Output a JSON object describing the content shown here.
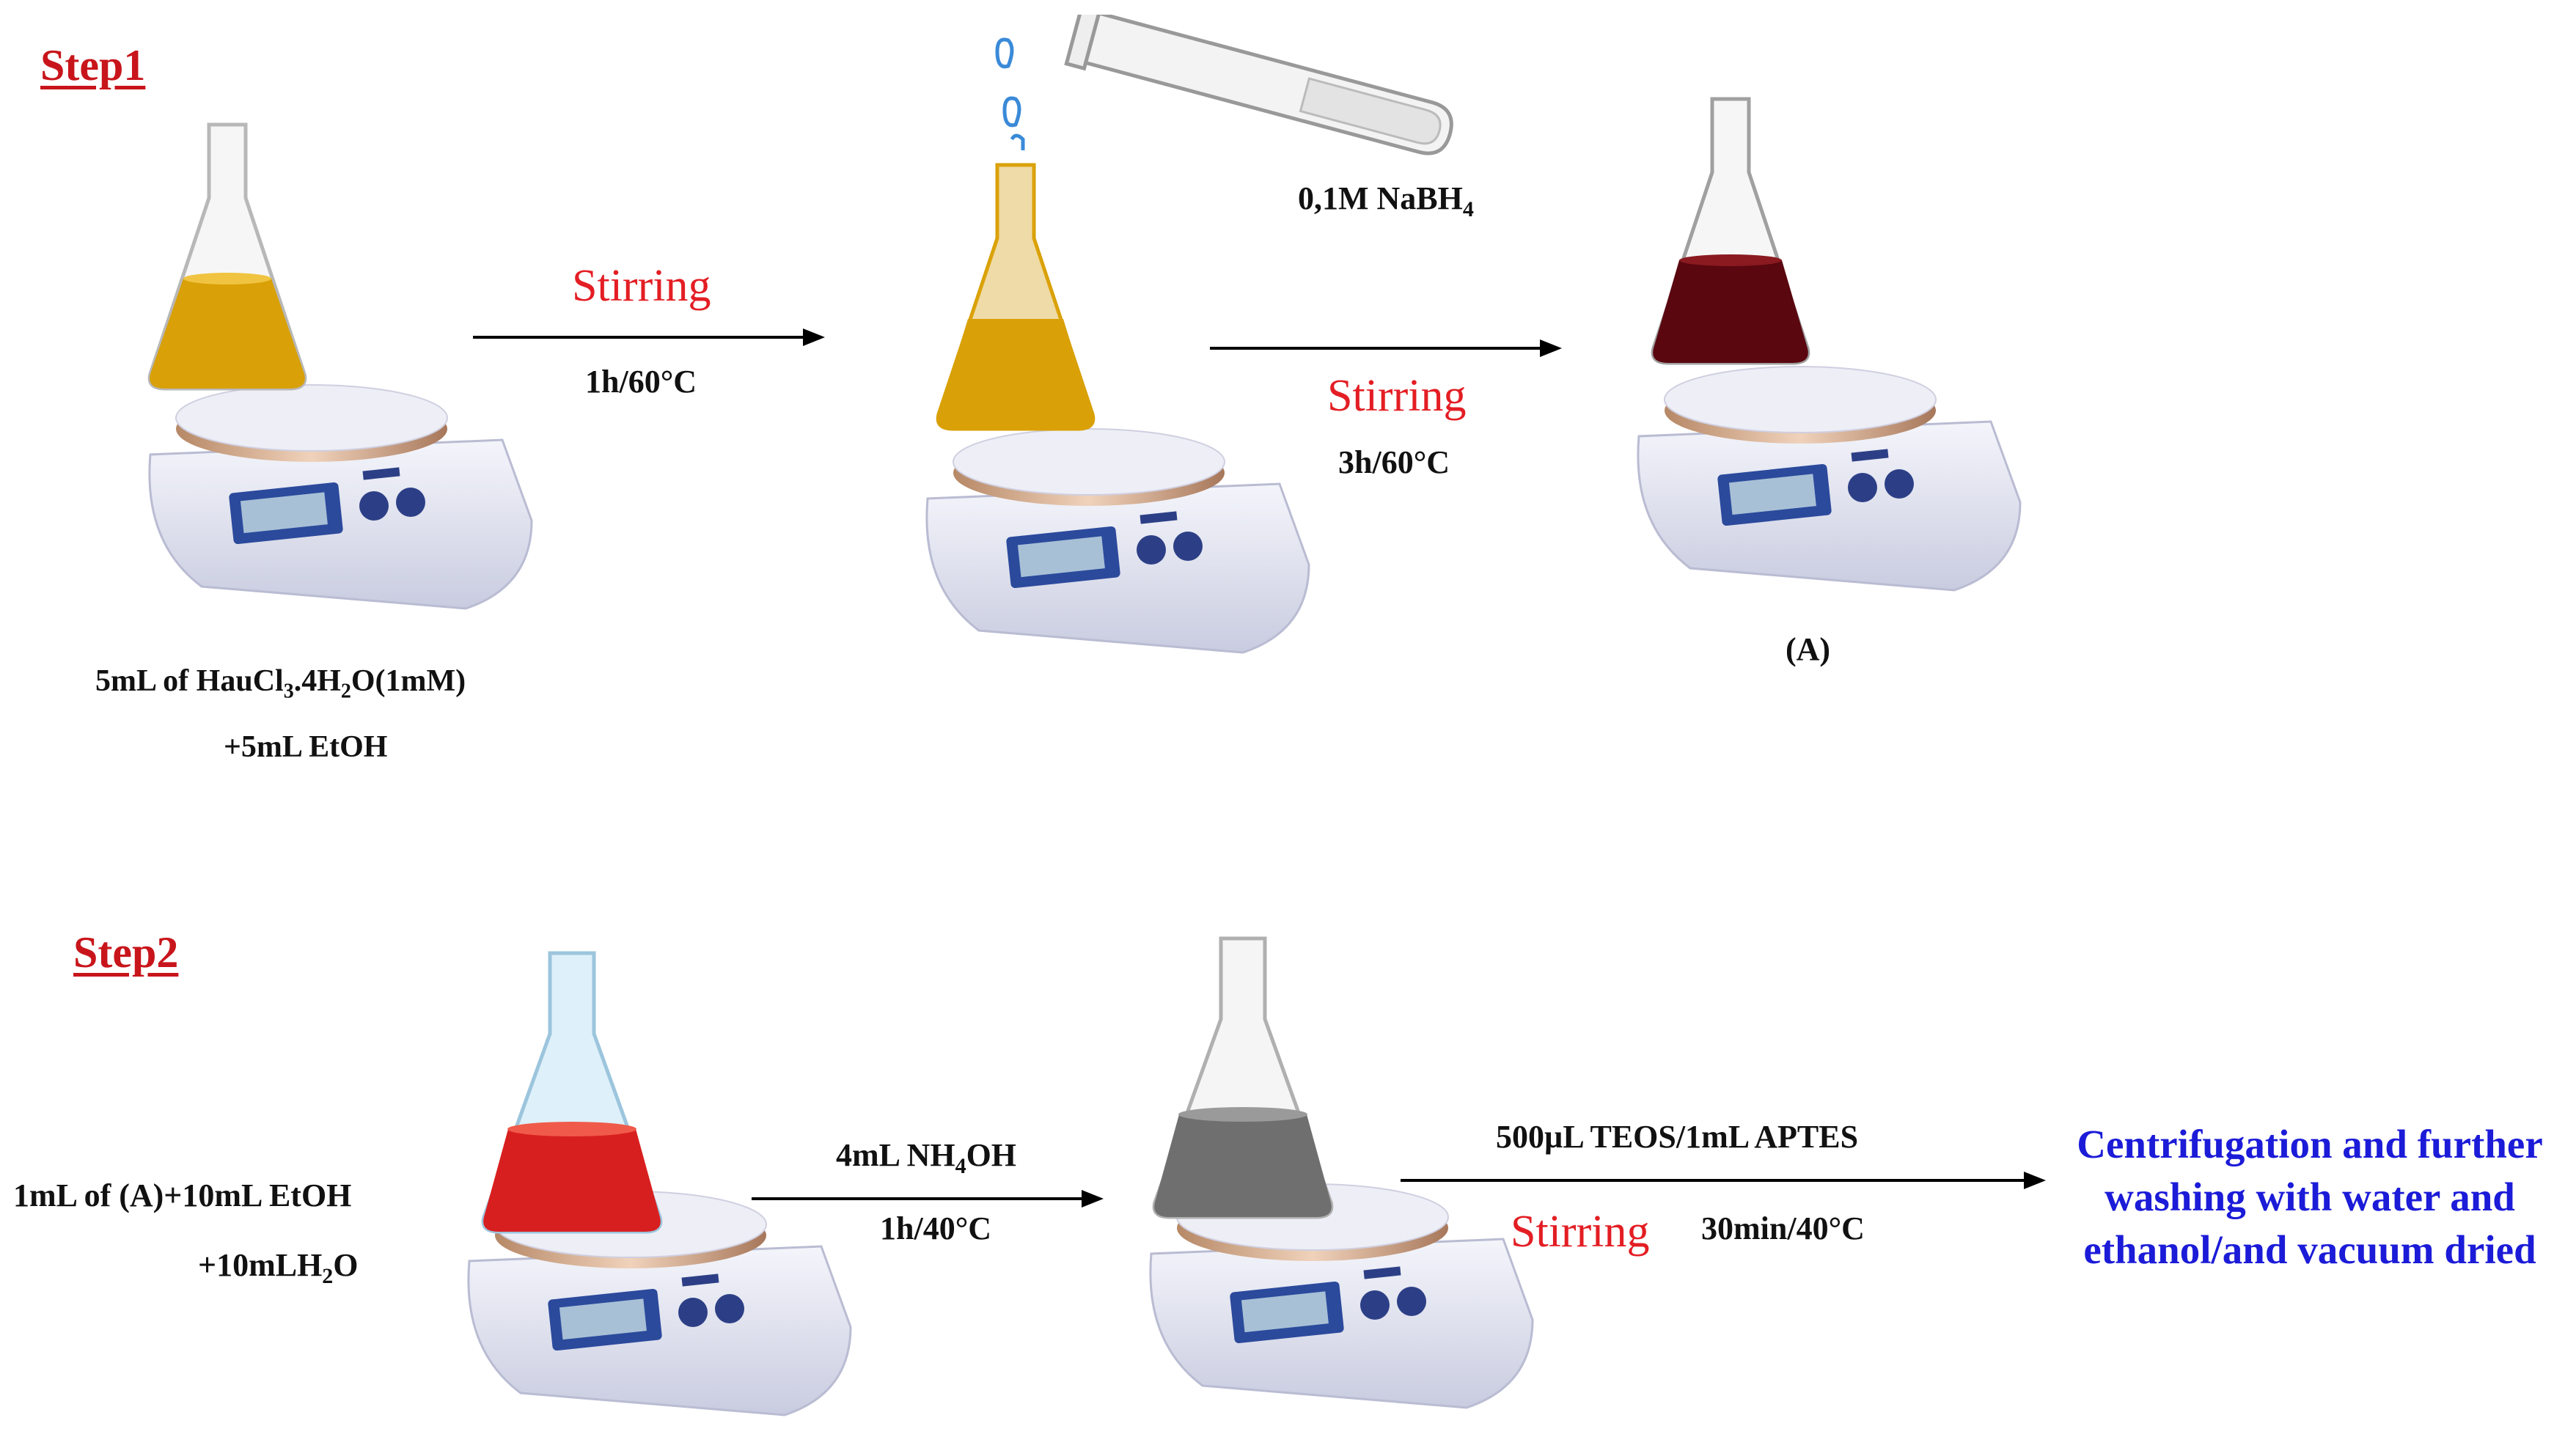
{
  "colors": {
    "step_heading": "#c8151b",
    "stirring_text": "#e31e24",
    "final_text": "#1b1bd8",
    "gold_solution": "#d9a007",
    "dark_red_solution": "#5a0710",
    "red_solution": "#d81f1f",
    "grey_solution": "#6f6f6f"
  },
  "step1": {
    "heading": "Step1",
    "reagent_left_line1": "5mL of HauCl",
    "reagent_left_line1_sub": "3",
    "reagent_left_line1_mid": ".4H",
    "reagent_left_line1_sub2": "2",
    "reagent_left_line1_end": "O(1mM)",
    "reagent_left_line2": "+5mL EtOH",
    "arrow1_top": "Stirring",
    "arrow1_bottom": "1h/60°C",
    "test_tube_label": "0,1M NaBH",
    "test_tube_label_sub": "4",
    "arrow2_top": "Stirring",
    "arrow2_bottom": "3h/60°C",
    "product_label": "(A)"
  },
  "step2": {
    "heading": "Step2",
    "reagent_line1": "1mL of (A)+10mL EtOH",
    "reagent_line2_pre": "+10mLH",
    "reagent_line2_sub": "2",
    "reagent_line2_end": "O",
    "arrow1_top_pre": "4mL NH",
    "arrow1_top_sub": "4",
    "arrow1_top_end": "OH",
    "arrow1_bottom": "1h/40°C",
    "arrow2_top": "500µL TEOS/1mL APTES",
    "arrow2_bottom_red": "Stirring",
    "arrow2_bottom_black": "30min/40°C",
    "final_line1": "Centrifugation  and further",
    "final_line2": "washing with water and",
    "final_line3": "ethanol/and  vacuum dried"
  }
}
